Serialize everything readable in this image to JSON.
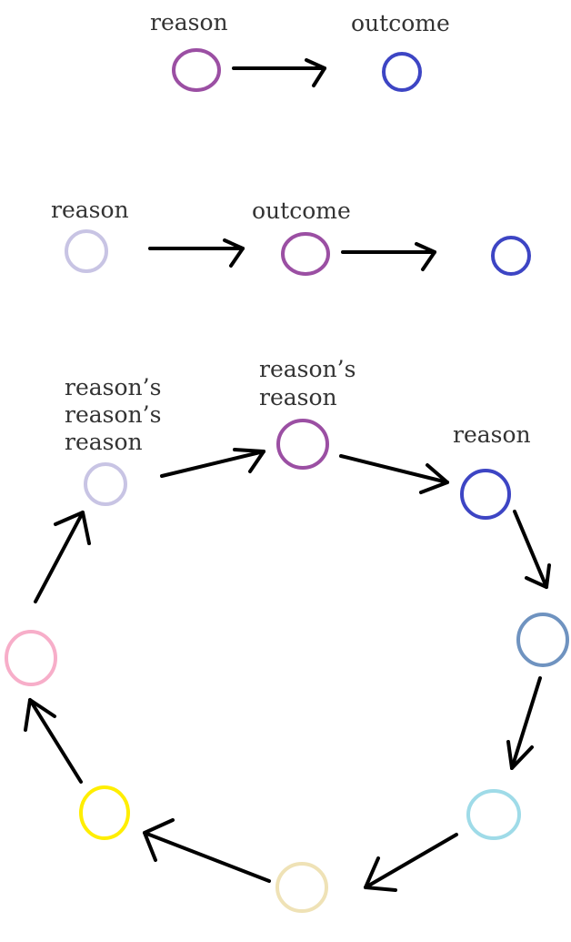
{
  "diagram1": {
    "labels": [
      "reason",
      "outcome"
    ],
    "node_colors": [
      "#9b4fa3",
      "#3d45c4"
    ]
  },
  "diagram2": {
    "labels": [
      "reason",
      "outcome"
    ],
    "node_colors": [
      "#c8c4e4",
      "#9b4fa3",
      "#3d45c4"
    ]
  },
  "diagram3": {
    "labels": {
      "top_left": [
        "reason’s",
        "reason’s",
        "reason"
      ],
      "top_center": [
        "reason’s",
        "reason"
      ],
      "top_right": "reason"
    },
    "node_colors": [
      "#c8c4e4",
      "#9b4fa3",
      "#3d45c4",
      "#6f93c0",
      "#9fdbe8",
      "#efe2b6",
      "#ffee00",
      "#f7aec9"
    ]
  },
  "stroke_color": "#000000",
  "text_color": "#333333"
}
